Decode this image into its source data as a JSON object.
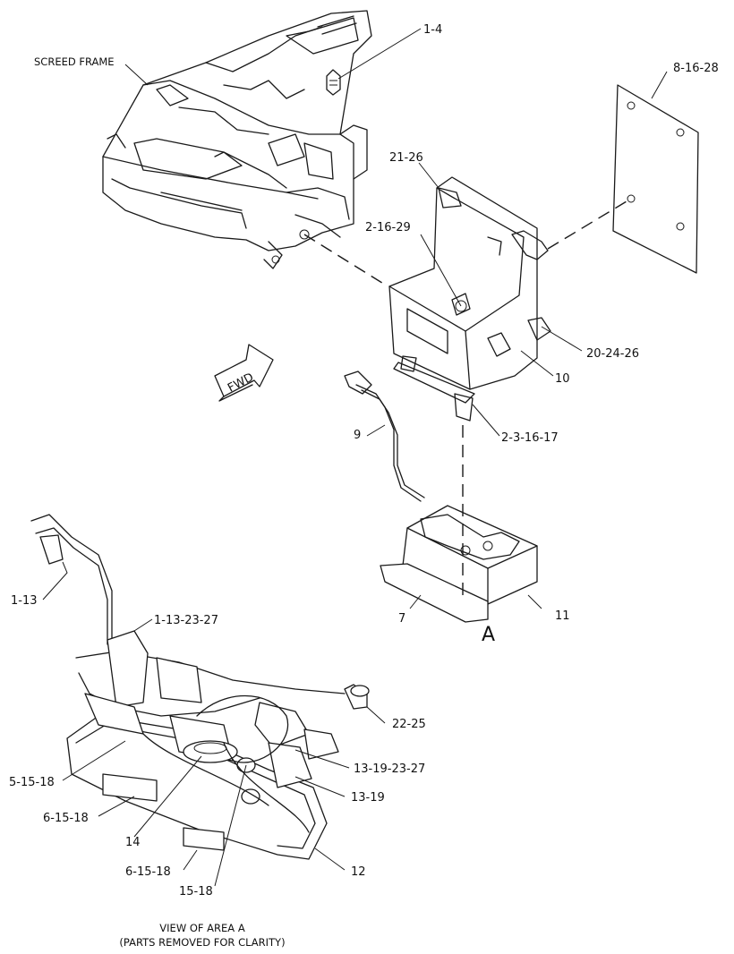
{
  "diagram": {
    "labels": {
      "screed_frame": "SCREED FRAME",
      "p_1_4": "1-4",
      "p_8_16_28": "8-16-28",
      "p_21_26": "21-26",
      "p_2_16_29": "2-16-29",
      "p_20_24_26": "20-24-26",
      "p_10": "10",
      "fwd": "FWD",
      "p_9": "9",
      "p_2_3_16_17": "2-3-16-17",
      "p_1_13": "1-13",
      "p_1_13_23_27": "1-13-23-27",
      "p_7": "7",
      "p_11": "11",
      "area_a": "A",
      "p_22_25": "22-25",
      "p_5_15_18": "5-15-18",
      "p_13_19_23_27": "13-19-23-27",
      "p_13_19": "13-19",
      "p_6_15_18_a": "6-15-18",
      "p_14": "14",
      "p_6_15_18_b": "6-15-18",
      "p_12": "12",
      "p_15_18": "15-18",
      "caption_line1": "VIEW OF AREA A",
      "caption_line2": "(PARTS REMOVED FOR CLARITY)"
    }
  }
}
